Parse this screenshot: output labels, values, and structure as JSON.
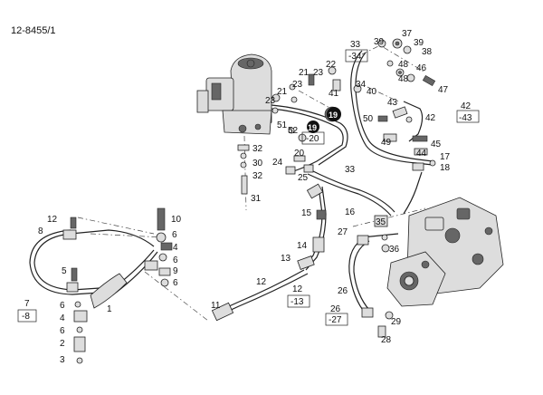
{
  "reference": "12-8455/1",
  "callouts": [
    {
      "id": "c33",
      "text": "33"
    },
    {
      "id": "c34b",
      "text": "-34"
    },
    {
      "id": "c39a",
      "text": "39"
    },
    {
      "id": "c37",
      "text": "37"
    },
    {
      "id": "c39b",
      "text": "39"
    },
    {
      "id": "c38",
      "text": "38"
    },
    {
      "id": "c48a",
      "text": "48"
    },
    {
      "id": "c46",
      "text": "46"
    },
    {
      "id": "c48b",
      "text": "48"
    },
    {
      "id": "c47",
      "text": "47"
    },
    {
      "id": "c22",
      "text": "22"
    },
    {
      "id": "c21a",
      "text": "21"
    },
    {
      "id": "c23a",
      "text": "23"
    },
    {
      "id": "c23b",
      "text": "23"
    },
    {
      "id": "c34",
      "text": "34"
    },
    {
      "id": "c41",
      "text": "41"
    },
    {
      "id": "c40",
      "text": "40"
    },
    {
      "id": "c21b",
      "text": "21"
    },
    {
      "id": "c23c",
      "text": "23"
    },
    {
      "id": "c43",
      "text": "43"
    },
    {
      "id": "c42",
      "text": "42"
    },
    {
      "id": "c4243b",
      "text": "-43"
    },
    {
      "id": "c42c",
      "text": "42"
    },
    {
      "id": "c19",
      "text": "19"
    },
    {
      "id": "c50",
      "text": "50"
    },
    {
      "id": "c51",
      "text": "51"
    },
    {
      "id": "c52",
      "text": "52"
    },
    {
      "id": "c19b",
      "text": "19"
    },
    {
      "id": "c20b",
      "text": "-20"
    },
    {
      "id": "c49",
      "text": "49"
    },
    {
      "id": "c45",
      "text": "45"
    },
    {
      "id": "c32a",
      "text": "32"
    },
    {
      "id": "c44",
      "text": "44"
    },
    {
      "id": "c20",
      "text": "20"
    },
    {
      "id": "c24",
      "text": "24"
    },
    {
      "id": "c17",
      "text": "17"
    },
    {
      "id": "c30",
      "text": "30"
    },
    {
      "id": "c18",
      "text": "18"
    },
    {
      "id": "c32b",
      "text": "32"
    },
    {
      "id": "c33b",
      "text": "33"
    },
    {
      "id": "c25",
      "text": "25"
    },
    {
      "id": "c31",
      "text": "31"
    },
    {
      "id": "c16",
      "text": "16"
    },
    {
      "id": "c15",
      "text": "15"
    },
    {
      "id": "c12a",
      "text": "12"
    },
    {
      "id": "c10",
      "text": "10"
    },
    {
      "id": "c35",
      "text": "35"
    },
    {
      "id": "c8",
      "text": "8"
    },
    {
      "id": "c6a",
      "text": "6"
    },
    {
      "id": "c27",
      "text": "27"
    },
    {
      "id": "c4",
      "text": "4"
    },
    {
      "id": "c36",
      "text": "36"
    },
    {
      "id": "c14",
      "text": "14"
    },
    {
      "id": "c6b",
      "text": "6"
    },
    {
      "id": "c13",
      "text": "13"
    },
    {
      "id": "c5",
      "text": "5"
    },
    {
      "id": "c9",
      "text": "9"
    },
    {
      "id": "c12b",
      "text": "12"
    },
    {
      "id": "c6c",
      "text": "6"
    },
    {
      "id": "c12c",
      "text": "12"
    },
    {
      "id": "c13b",
      "text": "-13"
    },
    {
      "id": "c26",
      "text": "26"
    },
    {
      "id": "c7",
      "text": "7"
    },
    {
      "id": "c8b",
      "text": "-8"
    },
    {
      "id": "c6d",
      "text": "6"
    },
    {
      "id": "c1",
      "text": "1"
    },
    {
      "id": "c11",
      "text": "11"
    },
    {
      "id": "c26b",
      "text": "26"
    },
    {
      "id": "c27b",
      "text": "-27"
    },
    {
      "id": "c4b",
      "text": "4"
    },
    {
      "id": "c29",
      "text": "29"
    },
    {
      "id": "c6e",
      "text": "6"
    },
    {
      "id": "c2",
      "text": "2"
    },
    {
      "id": "c28",
      "text": "28"
    },
    {
      "id": "c3",
      "text": "3"
    }
  ]
}
